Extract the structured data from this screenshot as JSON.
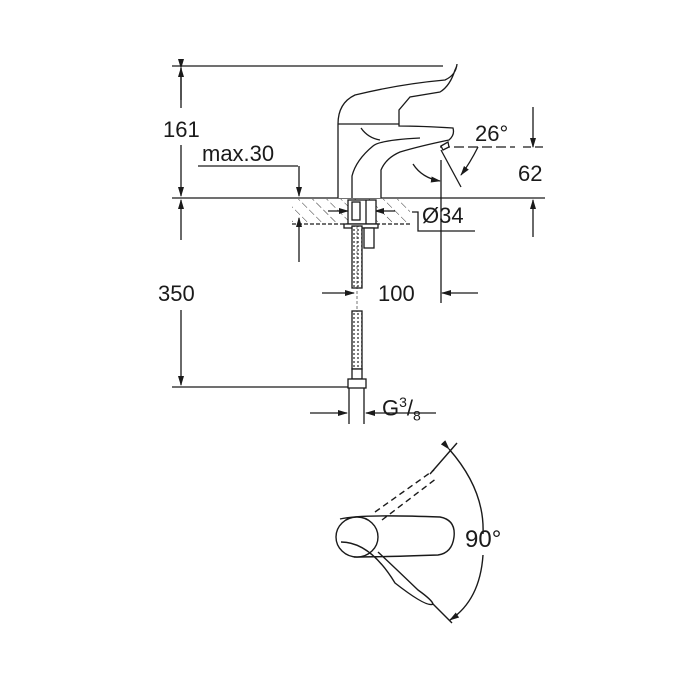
{
  "dimensions": {
    "total_height": "161",
    "max_counter_thickness": "max.30",
    "spout_angle": "26°",
    "spout_height": "62",
    "hole_diameter": "Ø34",
    "hose_length": "350",
    "spout_reach": "100",
    "connection_thread_prefix": "G",
    "connection_thread_num": "3",
    "connection_thread_den": "8",
    "lever_rotation": "90°"
  },
  "colors": {
    "line": "#1a1a1a",
    "background": "#ffffff"
  }
}
